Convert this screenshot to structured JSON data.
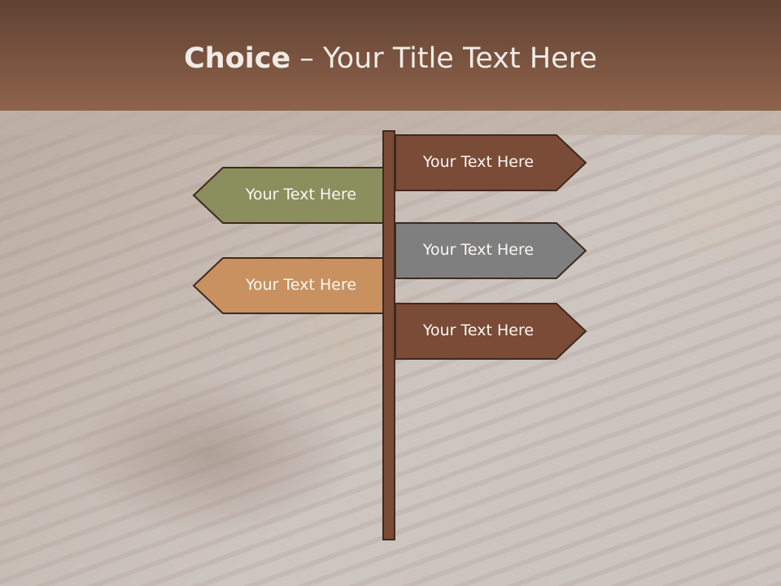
{
  "title": {
    "bold": "Choice",
    "rest": " – Your Title Text Here"
  },
  "signs": [
    {
      "label": "Your Text Here",
      "direction": "right",
      "color": "#7a4b37"
    },
    {
      "label": "Your Text Here",
      "direction": "left",
      "color": "#8b8f5e"
    },
    {
      "label": "Your Text Here",
      "direction": "right",
      "color": "#7f7f7f"
    },
    {
      "label": "Your Text Here",
      "direction": "left",
      "color": "#c8915f"
    },
    {
      "label": "Your Text Here",
      "direction": "right",
      "color": "#7a4b37"
    }
  ],
  "colors": {
    "header": "#7a5440",
    "pole": "#7a4b37",
    "outline": "#3f2a1e"
  }
}
